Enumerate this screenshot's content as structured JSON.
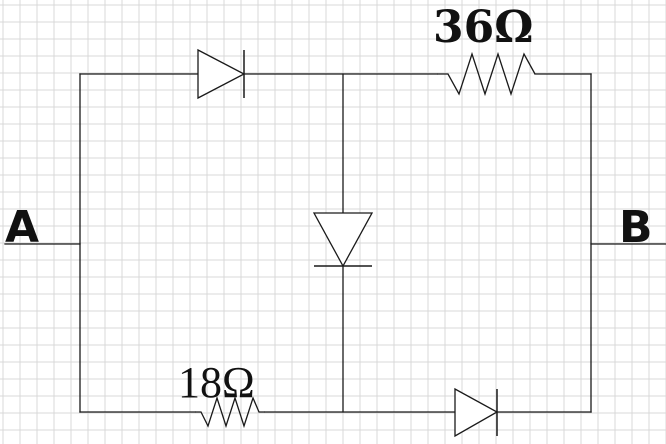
{
  "terminals": {
    "a": "A",
    "b": "B"
  },
  "resistors": {
    "top": "36Ω",
    "bottom": "18Ω"
  },
  "colors": {
    "wire": "#1a1a1a",
    "grid": "#d9d9d9",
    "background": "#ffffff"
  }
}
